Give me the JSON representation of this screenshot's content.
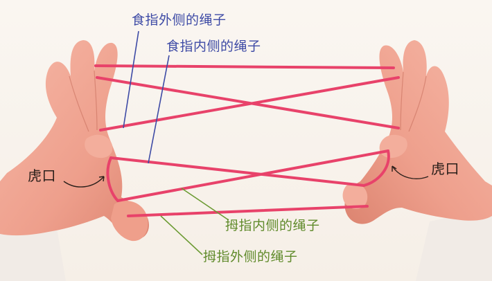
{
  "labels": {
    "index_outer": "食指外侧的绳子",
    "index_inner": "食指内侧的绳子",
    "thumb_inner": "拇指内侧的绳子",
    "thumb_outer": "拇指外侧的绳子",
    "tiger_mouth_left": "虎口",
    "tiger_mouth_right": "虎口"
  },
  "colors": {
    "string": "#e8426a",
    "skin": "#f0a999",
    "skin_shadow": "#d97f6d",
    "blue_leader": "#3d4aa5",
    "green_leader": "#6b9a32"
  }
}
